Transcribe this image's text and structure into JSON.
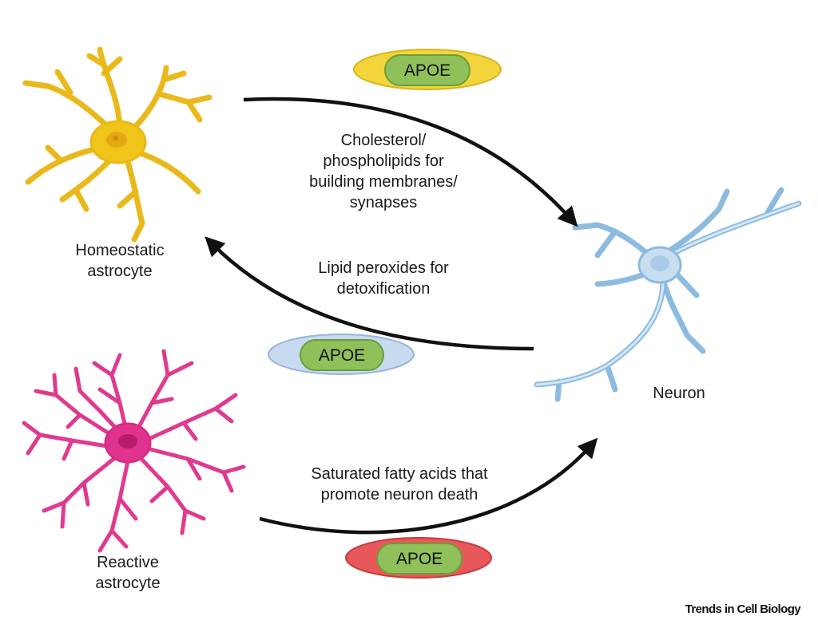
{
  "cells": {
    "homeostatic_label": "Homeostatic\nastrocyte",
    "reactive_label": "Reactive\nastrocyte",
    "neuron_label": "Neuron"
  },
  "arrows": {
    "top_label": "Cholesterol/\nphospholipids for\nbuilding membranes/\nsynapses",
    "middle_label": "Lipid peroxides for\ndetoxification",
    "bottom_label": "Saturated fatty acids that\npromote neuron death"
  },
  "pills": {
    "top": "APOE",
    "middle": "APOE",
    "bottom": "APOE"
  },
  "colors": {
    "homeostatic": "#f0c419",
    "reactive": "#e0338e",
    "neuron": "#a8cde9",
    "apoe_core": "#8fc05a",
    "apoe_yellow": "#f3d43a",
    "apoe_blue": "#b3cde8",
    "apoe_red": "#e8585b"
  },
  "footer": "Trends in Cell Biology"
}
